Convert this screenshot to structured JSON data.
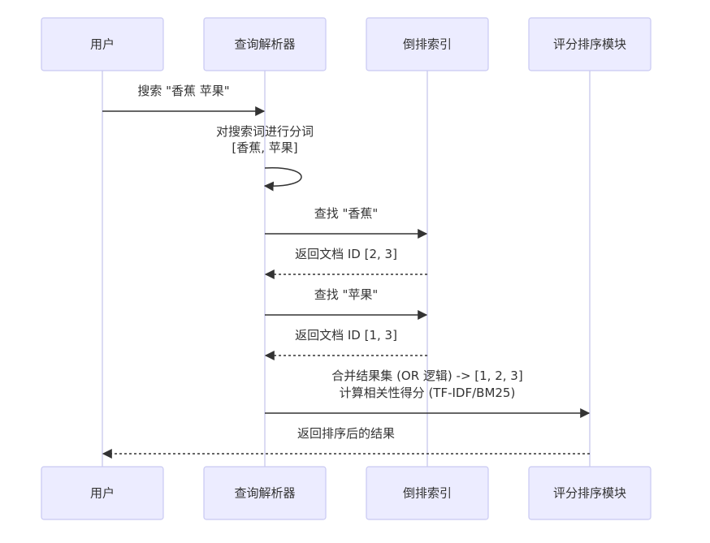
{
  "participants": [
    {
      "id": "user",
      "label": "用户"
    },
    {
      "id": "parser",
      "label": "查询解析器"
    },
    {
      "id": "index",
      "label": "倒排索引"
    },
    {
      "id": "ranker",
      "label": "评分排序模块"
    }
  ],
  "messages": [
    {
      "id": "search",
      "from": "user",
      "to": "parser",
      "style": "solid",
      "lines": [
        "搜索 \"香蕉 苹果\""
      ]
    },
    {
      "id": "tokenize",
      "from": "parser",
      "to": "parser",
      "style": "solid",
      "lines": [
        "对搜索词进行分词",
        "[香蕉, 苹果]"
      ]
    },
    {
      "id": "lookup-banana",
      "from": "parser",
      "to": "index",
      "style": "solid",
      "lines": [
        "查找 \"香蕉\""
      ]
    },
    {
      "id": "return-banana",
      "from": "index",
      "to": "parser",
      "style": "dashed",
      "lines": [
        "返回文档 ID [2, 3]"
      ]
    },
    {
      "id": "lookup-apple",
      "from": "parser",
      "to": "index",
      "style": "solid",
      "lines": [
        "查找 \"苹果\""
      ]
    },
    {
      "id": "return-apple",
      "from": "index",
      "to": "parser",
      "style": "dashed",
      "lines": [
        "返回文档 ID [1, 3]"
      ]
    },
    {
      "id": "merge-score",
      "from": "parser",
      "to": "ranker",
      "style": "solid",
      "lines": [
        "合并结果集 (OR 逻辑) -> [1, 2, 3]",
        "计算相关性得分 (TF-IDF/BM25)"
      ]
    },
    {
      "id": "return-results",
      "from": "ranker",
      "to": "user",
      "style": "dashed",
      "lines": [
        "返回排序后的结果"
      ]
    }
  ],
  "colors": {
    "box_fill": "#ECECFF",
    "box_stroke": "#C9C9F2",
    "lifeline": "#CFCFEF",
    "arrow": "#333333",
    "text": "#333333"
  }
}
